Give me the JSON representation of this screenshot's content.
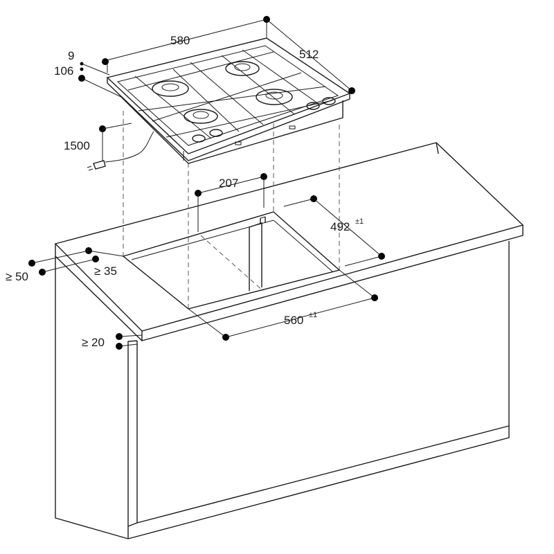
{
  "dimensions": {
    "hob_width": "580",
    "hob_depth": "512",
    "hob_thickness_top": "9",
    "hob_thickness_total": "106",
    "cable_length": "1500",
    "cutout_offset": "207",
    "cutout_depth": "492",
    "cutout_depth_tol": "±1",
    "cutout_width": "560",
    "cutout_width_tol": "±1",
    "min_back_distance": "≥ 50",
    "min_front_distance": "≥ 35",
    "min_countertop": "≥ 20"
  }
}
